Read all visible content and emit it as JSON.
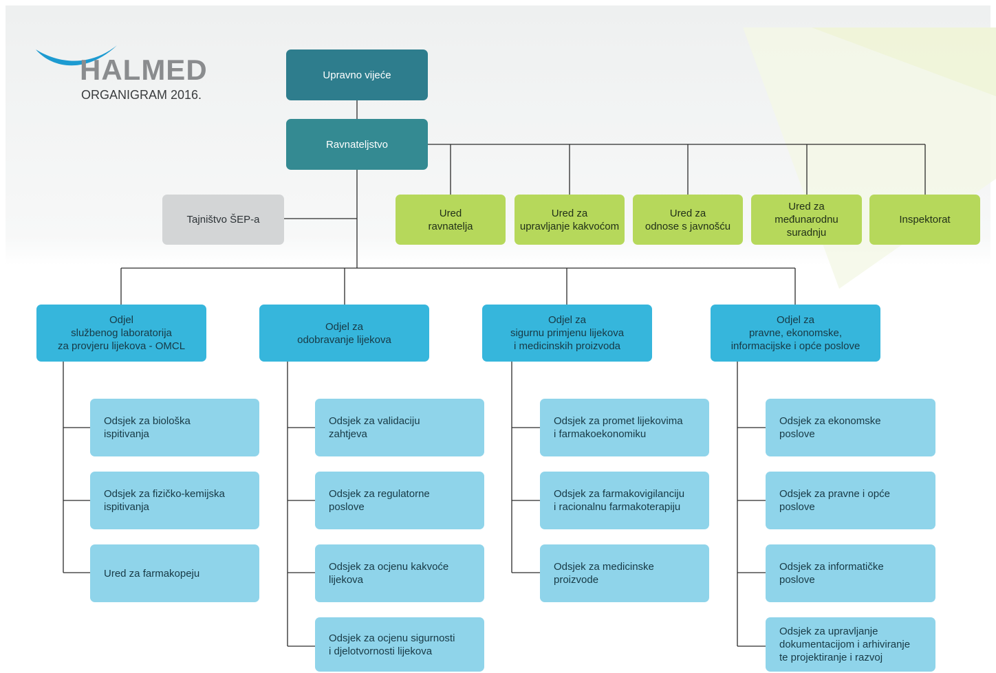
{
  "logo": {
    "brand": "HALMED",
    "subtitle": "ORGANIGRAM 2016."
  },
  "top": {
    "board": "Upravno vijeće",
    "directorate": "Ravnateljstvo"
  },
  "secretariat": "Tajništvo ŠEP-a",
  "offices": [
    "Ured\nravnatelja",
    "Ured za\nupravljanje kakvoćom",
    "Ured za\nodnose s javnošću",
    "Ured za\nmeđunarodnu\nsuradnju",
    "Inspektorat"
  ],
  "departments": [
    {
      "title": "Odjel\nslužbenog laboratorija\nza provjeru lijekova - OMCL",
      "sections": [
        "Odsjek za biološka\nispitivanja",
        "Odsjek za fizičko-kemijska\nispitivanja",
        "Ured za farmakopeju"
      ]
    },
    {
      "title": "Odjel za\nodobravanje lijekova",
      "sections": [
        "Odsjek za validaciju\nzahtjeva",
        "Odsjek za regulatorne\nposlove",
        "Odsjek za ocjenu kakvoće\nlijekova",
        "Odsjek za ocjenu sigurnosti\ni djelotvornosti lijekova"
      ]
    },
    {
      "title": "Odjel za\nsigurnu primjenu lijekova\ni medicinskih proizvoda",
      "sections": [
        "Odsjek za promet lijekovima\ni farmakoekonomiku",
        "Odsjek za farmakovigilanciju\ni racionalnu farmakoterapiju",
        "Odsjek za medicinske\nproizvode"
      ]
    },
    {
      "title": "Odjel za\npravne, ekonomske,\ninformacijske i opće poslove",
      "sections": [
        "Odsjek za ekonomske\nposlove",
        "Odsjek za pravne i opće\nposlove",
        "Odsjek za informatičke\nposlove",
        "Odsjek za upravljanje\ndokumentacijom i arhiviranje\nte projektiranje i razvoj"
      ]
    }
  ]
}
